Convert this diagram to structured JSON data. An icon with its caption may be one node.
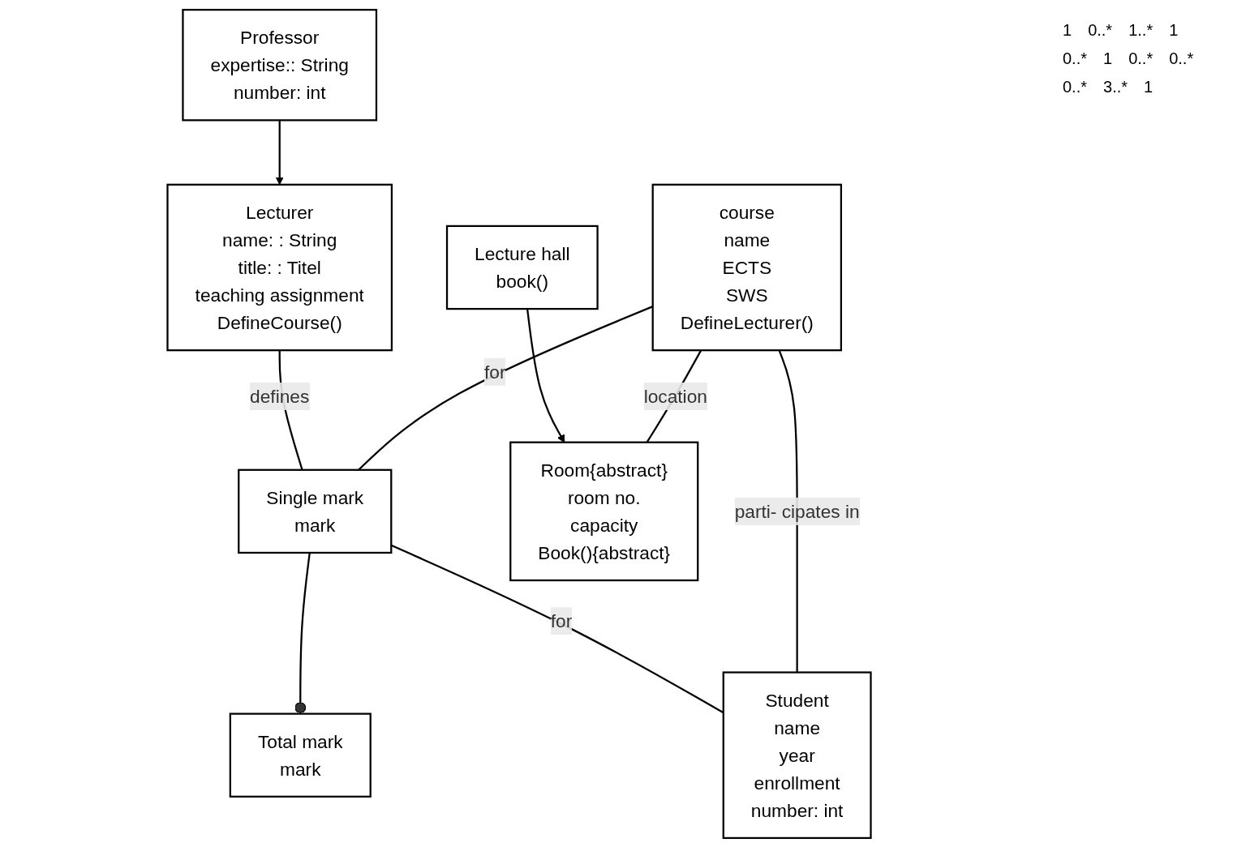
{
  "diagram": {
    "nodes": [
      {
        "text": [
          "course",
          "name",
          "ECTS",
          "SWS",
          "DefineLecturer()"
        ]
      },
      {
        "text": [
          "Total mark",
          "mark"
        ]
      },
      {
        "text": [
          "Lecturer",
          "name: : String",
          "title: : Titel",
          "teaching assignment",
          "DefineCourse()"
        ]
      },
      {
        "text": [
          "Single mark",
          "mark"
        ]
      },
      {
        "text": [
          "Room{abstract}",
          "room no.",
          "capacity",
          "Book(){abstract}"
        ]
      },
      {
        "text": [
          "Student",
          "name",
          "year",
          "enrollment",
          "number: int"
        ]
      },
      {
        "text": [
          "Professor",
          "expertise:: String",
          "number: int"
        ]
      },
      {
        "text": [
          "Lecture hall",
          "book()"
        ]
      }
    ],
    "edges": [
      {
        "from": 0,
        "to": 3,
        "arrow": "none",
        "label": "for"
      },
      {
        "from": 3,
        "to": 1,
        "arrow": "other"
      },
      {
        "from": 2,
        "to": 3,
        "arrow": "none",
        "label": "defines"
      },
      {
        "from": 0,
        "to": 4,
        "arrow": "none",
        "label": "location"
      },
      {
        "from": 0,
        "to": 5,
        "arrow": "none",
        "label": "parti- cipates in"
      },
      {
        "from": 3,
        "to": 5,
        "arrow": "none",
        "label": "for"
      },
      {
        "from": 6,
        "to": 2,
        "arrow": "to"
      },
      {
        "from": 7,
        "to": 4,
        "arrow": "to"
      }
    ],
    "labels": [
      "1",
      "0..*",
      "1..*",
      "1",
      "0..*",
      "1",
      "0..*",
      "0..*",
      "0..*",
      "3..*",
      "1"
    ]
  }
}
